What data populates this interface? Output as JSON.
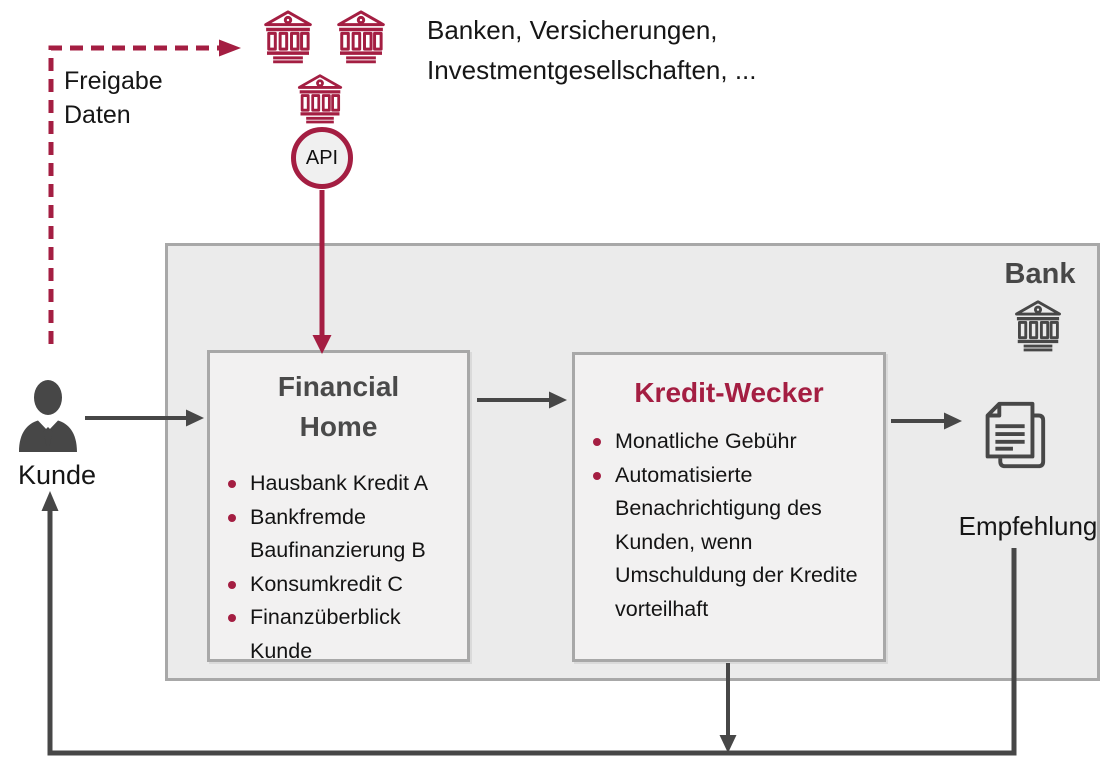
{
  "colors": {
    "accent_maroon": "#a41e42",
    "arrow_gray": "#474747",
    "box_fill_outer": "#ebebeb",
    "box_fill_inner": "#f2f1f1",
    "box_border": "#a8a8a8"
  },
  "external": {
    "institutions_line1": "Banken, Versicherungen,",
    "institutions_line2": "Investmentgesellschaften, ...",
    "api_label": "API",
    "freigabe_label": "Freigabe\nDaten",
    "icons": [
      "bank-icon",
      "bank-icon",
      "bank-icon"
    ]
  },
  "customer": {
    "label": "Kunde",
    "icon": "person-icon"
  },
  "bank": {
    "label": "Bank",
    "icon": "bank-icon",
    "financial_home": {
      "title": "Financial Home",
      "items": [
        "Hausbank Kredit A",
        "Bankfremde Baufinanzierung B",
        "Konsumkredit C",
        "Finanzüberblick Kunde"
      ]
    },
    "kredit_wecker": {
      "title": "Kredit-Wecker",
      "items": [
        "Monatliche Gebühr",
        "Automatisierte Benachrichtigung des Kunden, wenn Umschuldung der Kredite vorteilhaft"
      ]
    }
  },
  "output": {
    "label": "Empfehlung",
    "icon": "documents-icon"
  }
}
